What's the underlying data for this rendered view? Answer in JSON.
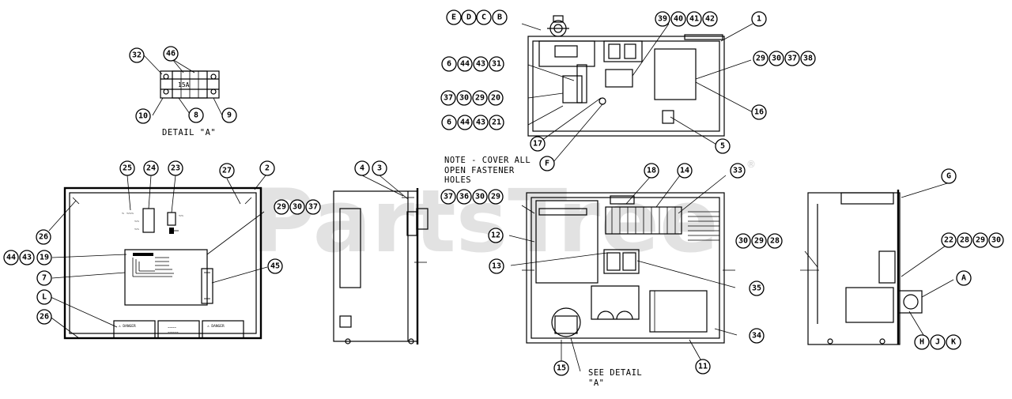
{
  "watermark": {
    "text": "PartsTree",
    "mark": "®"
  },
  "notes": {
    "detail_a": "DETAIL \"A\"",
    "cover_1": "NOTE - COVER ALL",
    "cover_2": "OPEN FASTENER",
    "cover_3": "HOLES",
    "see_detail_1": "SEE DETAIL",
    "see_detail_2": "\"A\""
  },
  "callouts": {
    "c1": "1",
    "c2": "2",
    "c3": "3",
    "c4": "4",
    "c5": "5",
    "c6a": "6",
    "c6b": "6",
    "c7": "7",
    "c8": "8",
    "c9": "9",
    "c10": "10",
    "c11": "11",
    "c12": "12",
    "c13": "13",
    "c14": "14",
    "c15": "15",
    "c16": "16",
    "c17": "17",
    "c18": "18",
    "c19": "19",
    "c20": "20",
    "c21": "21",
    "c22": "22",
    "c23": "23",
    "c24": "24",
    "c25": "25",
    "c26a": "26",
    "c26b": "26",
    "c27": "27",
    "c28a": "28",
    "c28b": "28",
    "c29a": "29",
    "c29b": "29",
    "c29c": "29",
    "c29d": "29",
    "c29e": "29",
    "c29f": "29",
    "c30a": "30",
    "c30b": "30",
    "c30c": "30",
    "c30d": "30",
    "c30e": "30",
    "c30f": "30",
    "c31": "31",
    "c32": "32",
    "c33": "33",
    "c34": "34",
    "c35": "35",
    "c36": "36",
    "c37a": "37",
    "c37b": "37",
    "c37c": "37",
    "c37d": "37",
    "c38": "38",
    "c39": "39",
    "c40": "40",
    "c41": "41",
    "c42": "42",
    "c43a": "43",
    "c43b": "43",
    "c43c": "43",
    "c44a": "44",
    "c44b": "44",
    "c44c": "44",
    "c45": "45",
    "c46": "46",
    "cA": "A",
    "cB": "B",
    "cC": "C",
    "cD": "D",
    "cE": "E",
    "cF": "F",
    "cG": "G",
    "cH": "H",
    "cJ": "J",
    "cK": "K",
    "cL": "L"
  }
}
